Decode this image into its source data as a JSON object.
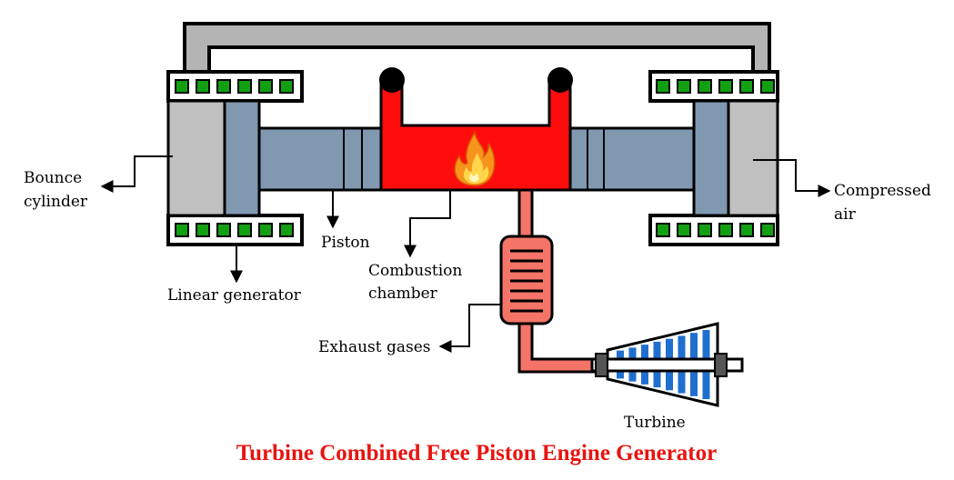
{
  "labels": {
    "bounce_line1": "Bounce",
    "bounce_line2": "cylinder",
    "compressed_line1": "Compressed",
    "compressed_line2": "air",
    "piston": "Piston",
    "combustion_line1": "Combustion",
    "combustion_line2": "chamber",
    "linear_generator": "Linear generator",
    "exhaust_gases": "Exhaust gases",
    "turbine": "Turbine"
  },
  "title": "Turbine Combined Free Piston Engine Generator",
  "colors": {
    "title": "#e8140f",
    "frame_gray": "#b4b4b4",
    "cylinder_gray": "#c0c0c0",
    "piston_blue": "#8098b0",
    "combustion_red": "#ff0d0d",
    "exhaust_pink": "#f47468",
    "coil_green": "#12a012",
    "turbine_blade_blue": "#1f6fcf",
    "flame": "flame-icon"
  }
}
